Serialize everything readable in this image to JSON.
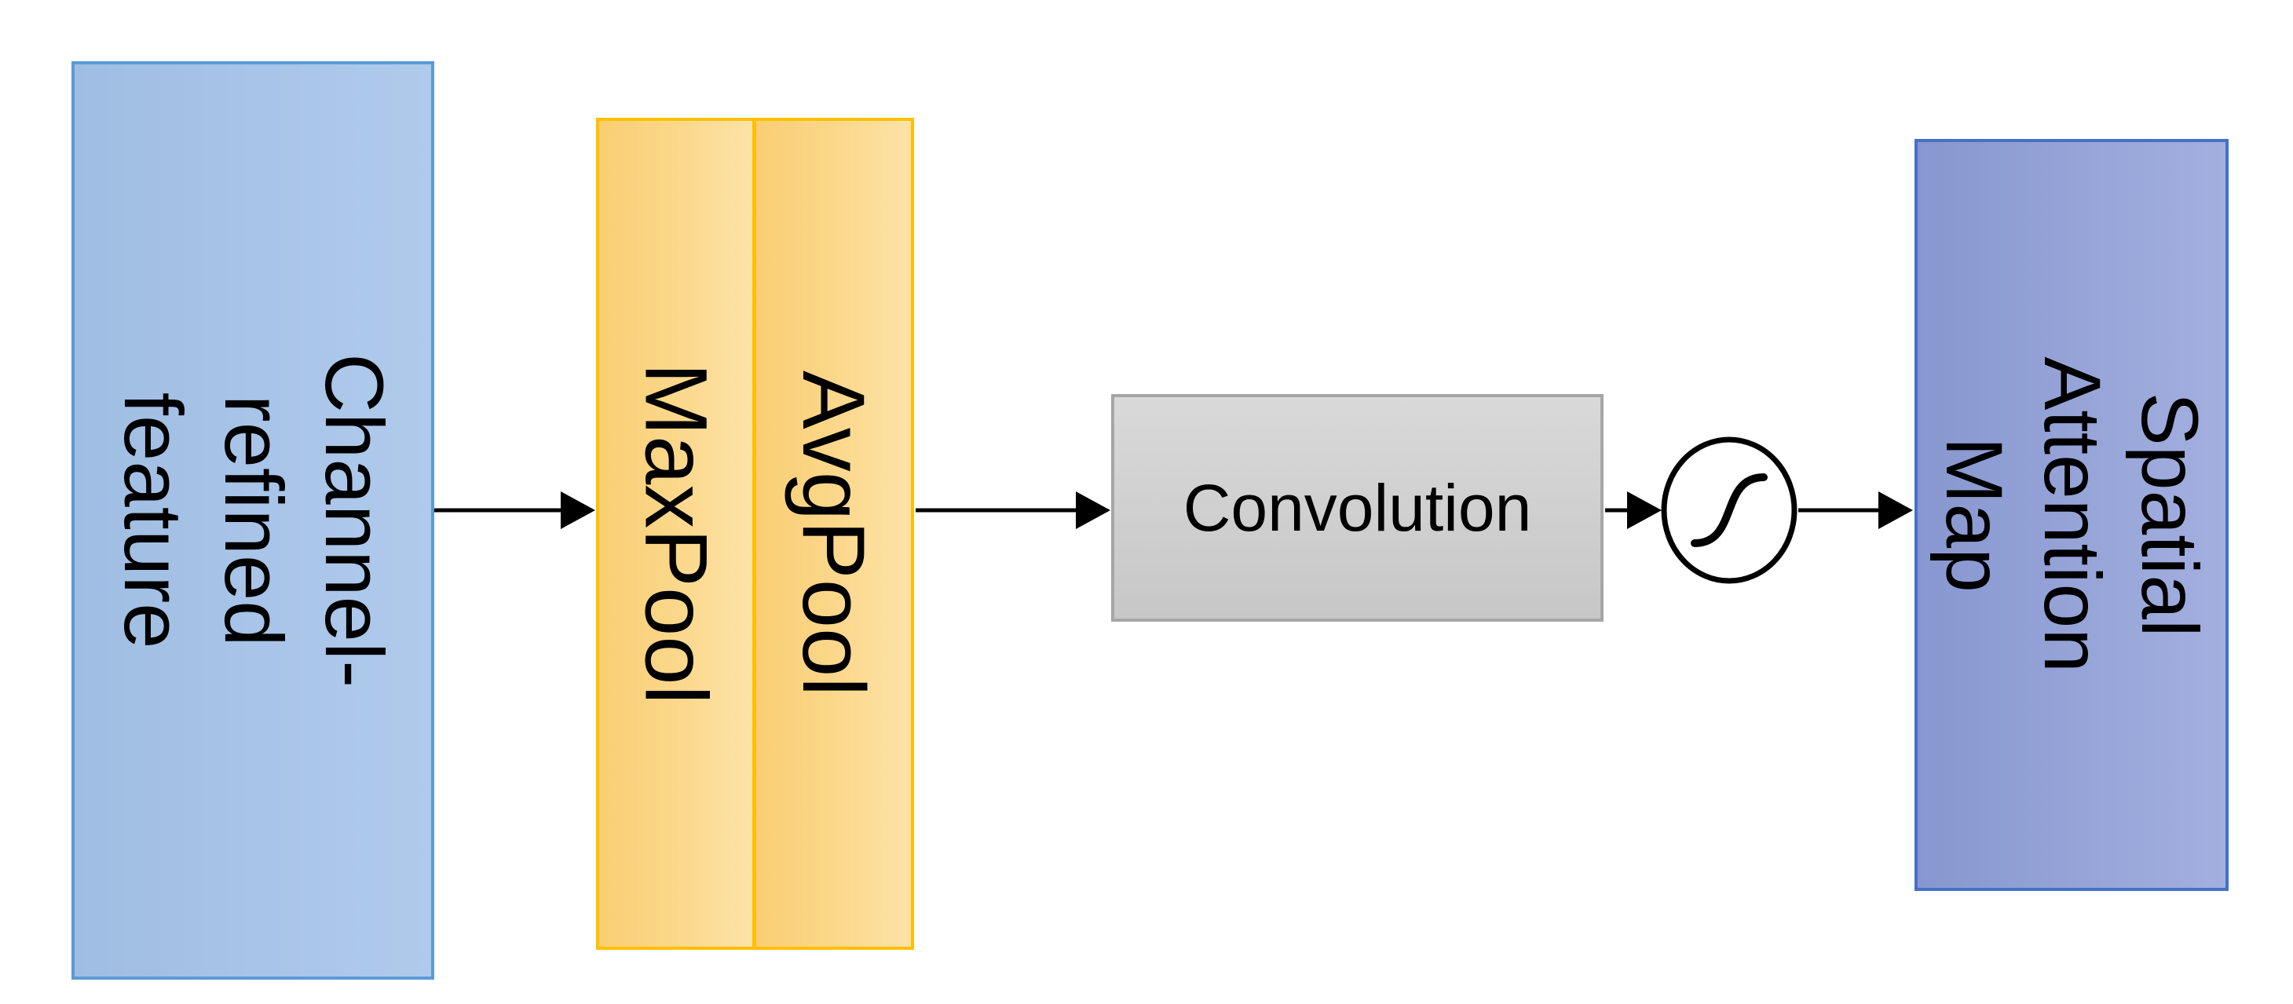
{
  "nodes": {
    "channel_refined": {
      "label": "Channel-refined\nfeature"
    },
    "maxpool": {
      "label": "MaxPool"
    },
    "avgpool": {
      "label": "AvgPool"
    },
    "convolution": {
      "label": "Convolution"
    },
    "sigmoid": {
      "icon": "sigmoid-curve"
    },
    "spatial_attention": {
      "label": "Spatial Attention\nMap"
    }
  },
  "colors": {
    "background": "#FFFFFF",
    "blue_fill": "#A7C3E7",
    "blue_border": "#5B9BD5",
    "gold_fill": "#FBD88D",
    "gold_border": "#FFC000",
    "gray_fill": "#CFCFCF",
    "gray_border": "#A6A6A6",
    "purple_fill": "#95A3D7",
    "purple_border": "#4472C4",
    "arrow": "#000000",
    "text": "#000000"
  }
}
